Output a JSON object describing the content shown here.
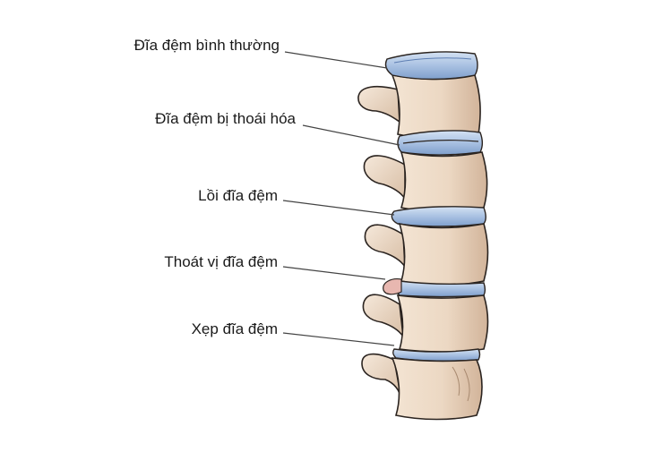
{
  "labels": [
    "Đĩa đệm bình thường",
    "Đĩa đệm bị thoái hóa",
    "Lồi đĩa đệm",
    "Thoát vị đĩa đệm",
    "Xẹp đĩa đệm"
  ],
  "colors": {
    "bone": "#ecd9c5",
    "bone_shadow": "#c9ad93",
    "disc": "#aec4e2",
    "disc_dark": "#6f8fc0",
    "herniation": "#e8b7b0",
    "line": "#444444",
    "outline": "#2b2420"
  }
}
